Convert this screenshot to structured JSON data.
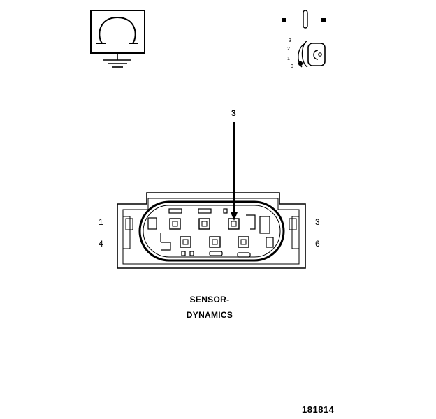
{
  "ground_symbol": {
    "icon": "ohm-ground-icon"
  },
  "ignition_switch": {
    "icon": "ignition-key-switch-icon",
    "positions": [
      "3",
      "2",
      "1",
      "0"
    ]
  },
  "connector": {
    "icon": "six-pin-connector-icon",
    "callout_pin": "3",
    "side_labels": {
      "top_left": "1",
      "bottom_left": "4",
      "top_right": "3",
      "bottom_right": "6"
    }
  },
  "title": {
    "line1": "SENSOR-",
    "line2": "DYNAMICS"
  },
  "reference_number": "181814"
}
